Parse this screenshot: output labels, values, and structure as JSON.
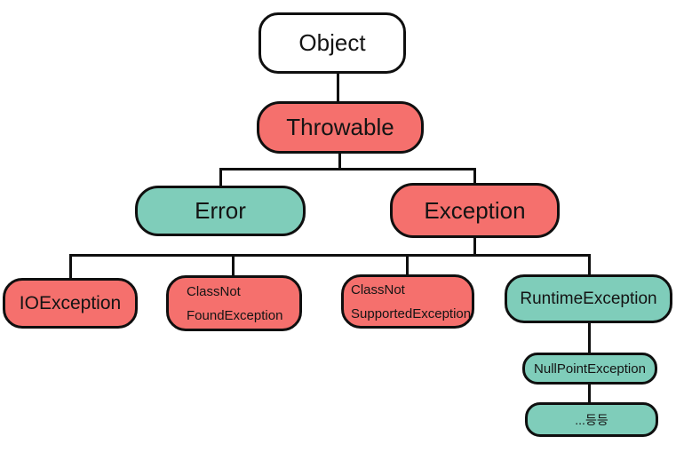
{
  "diagram": {
    "description": "Java exception class hierarchy tree",
    "colors": {
      "node_red": "#F5706D",
      "node_teal": "#7FCDBA",
      "node_white": "#FFFFFF",
      "border_and_lines": "#0F0F0F",
      "background": "#FFFFFF",
      "text": "#141414"
    },
    "nodes": {
      "object": {
        "label": "Object",
        "fill": "#FFFFFF"
      },
      "throwable": {
        "label": "Throwable",
        "fill": "#F5706D"
      },
      "error": {
        "label": "Error",
        "fill": "#7FCDBA"
      },
      "exception": {
        "label": "Exception",
        "fill": "#F5706D"
      },
      "ioexception": {
        "label": "IOException",
        "fill": "#F5706D"
      },
      "classnotfound": {
        "line1": "ClassNot",
        "line2": "FoundException",
        "fill": "#F5706D"
      },
      "classnotsupported": {
        "line1": "ClassNot",
        "line2": "SupportedException",
        "fill": "#F5706D"
      },
      "runtimeexception": {
        "label": "RuntimeException",
        "fill": "#7FCDBA"
      },
      "nullpointexception": {
        "label": "NullPointException",
        "fill": "#7FCDBA"
      },
      "etc": {
        "label": "...등등",
        "fill": "#7FCDBA"
      }
    },
    "edges": [
      {
        "from": "Object",
        "to": "Throwable"
      },
      {
        "from": "Throwable",
        "to": "Error"
      },
      {
        "from": "Throwable",
        "to": "Exception"
      },
      {
        "from": "Exception",
        "to": "IOException"
      },
      {
        "from": "Exception",
        "to": "ClassNotFoundException"
      },
      {
        "from": "Exception",
        "to": "ClassNotSupportedException"
      },
      {
        "from": "Exception",
        "to": "RuntimeException"
      },
      {
        "from": "RuntimeException",
        "to": "NullPointException"
      },
      {
        "from": "NullPointException",
        "to": "...등등"
      }
    ]
  }
}
